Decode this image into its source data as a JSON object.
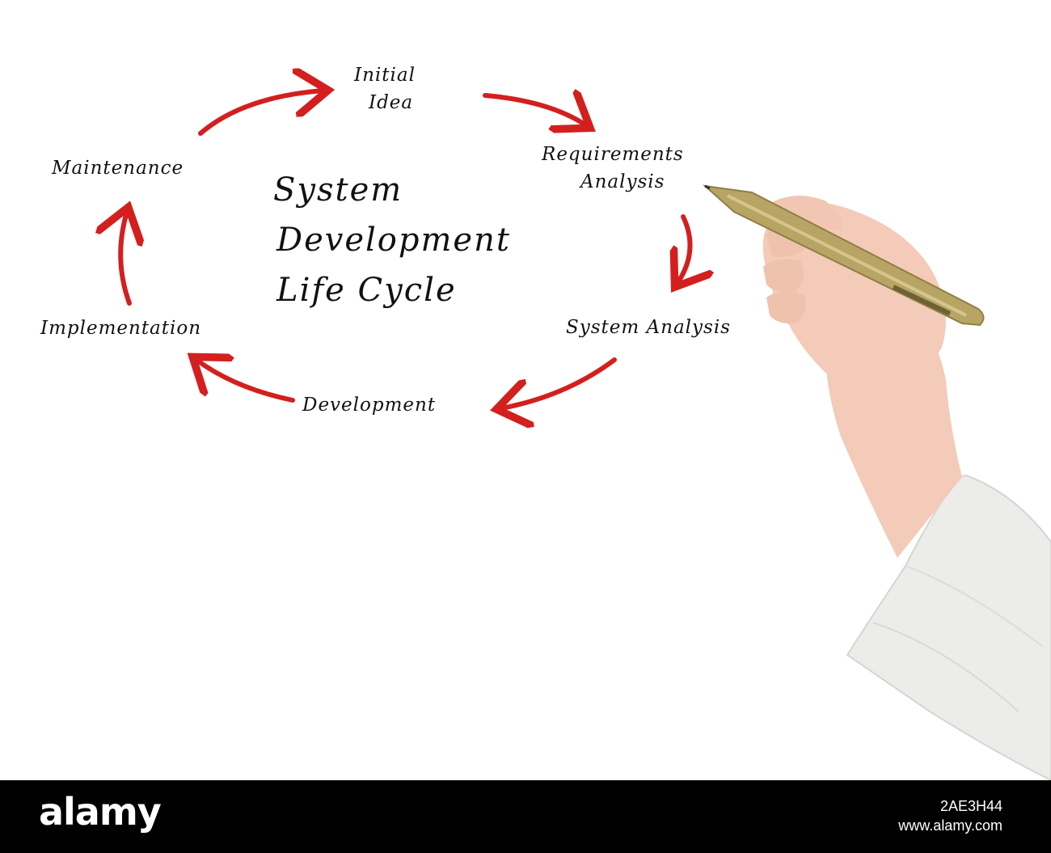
{
  "diagram": {
    "title_lines": [
      "System",
      "Development",
      "Life Cycle"
    ],
    "nodes": {
      "initial_idea": [
        "Initial",
        "Idea"
      ],
      "requirements_analysis": [
        "Requirements",
        "Analysis"
      ],
      "system_analysis": "System Analysis",
      "development": "Development",
      "implementation": "Implementation",
      "maintenance": "Maintenance"
    },
    "arrow_color": "#d41f1f",
    "text_color": "#111111"
  },
  "photo": {
    "pen_color": "#b8a565",
    "skin_color": "#f3cbb8",
    "sleeve_color": "#ececea"
  },
  "watermark": {
    "logo": "alamy",
    "image_id": "2AE3H44",
    "site": "www.alamy.com"
  }
}
